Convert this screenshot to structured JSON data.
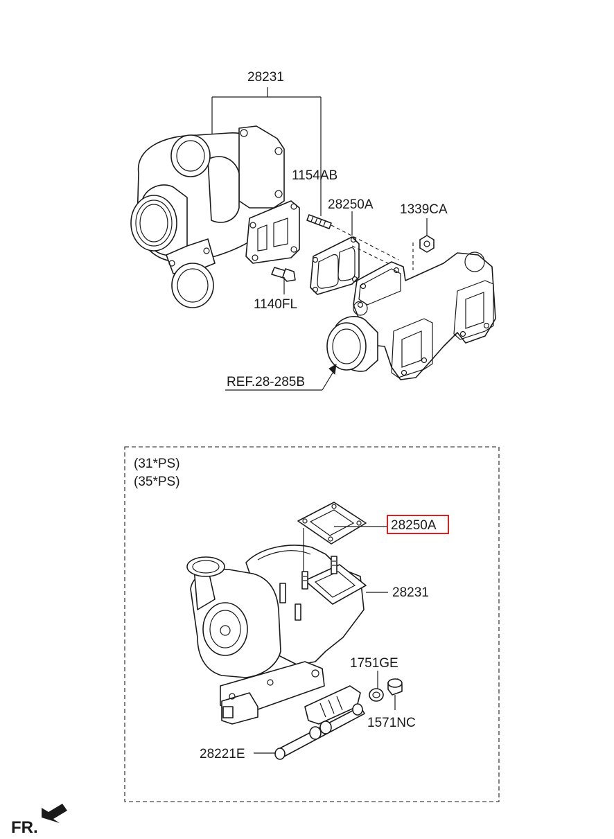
{
  "upper_diagram": {
    "labels": {
      "turbo_assembly": "28231",
      "stud_bolt": "1154AB",
      "gasket": "28250A",
      "nut": "1339CA",
      "bolt": "1140FL",
      "reference": "REF.28-285B"
    }
  },
  "lower_diagram": {
    "variant_lines": [
      "(31*PS)",
      "(35*PS)"
    ],
    "labels": {
      "gasket_highlighted": "28250A",
      "turbo_assembly": "28231",
      "washer": "1751GE",
      "plug": "1571NC",
      "oil_pipe": "28221E"
    },
    "highlight_color": "#e01e1e"
  },
  "footer": {
    "direction_label": "FR."
  }
}
